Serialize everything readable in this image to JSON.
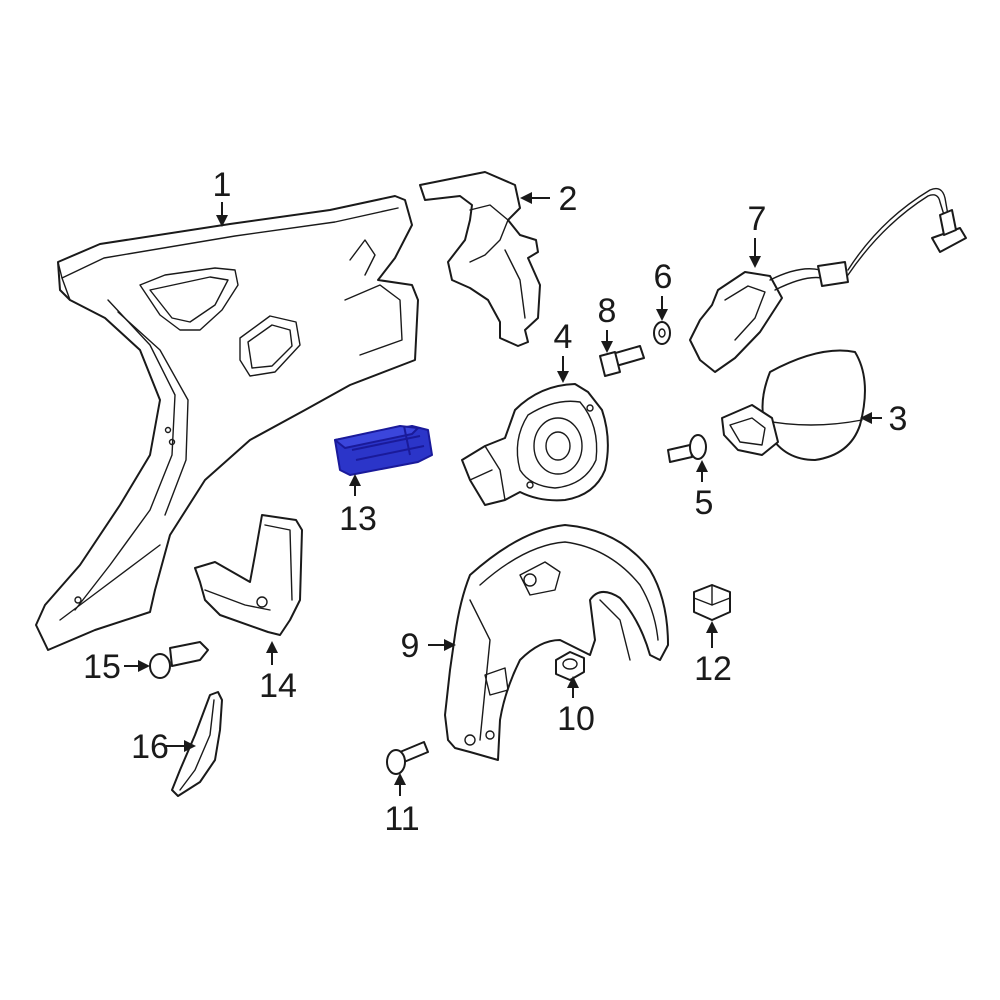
{
  "colors": {
    "line": "#1a1a1a",
    "highlight": "#2b35c9",
    "highlight_dark": "#1a1a9a",
    "background": "#ffffff"
  },
  "callouts": {
    "c1": "1",
    "c2": "2",
    "c3": "3",
    "c4": "4",
    "c5": "5",
    "c6": "6",
    "c7": "7",
    "c8": "8",
    "c9": "9",
    "c10": "10",
    "c11": "11",
    "c12": "12",
    "c13": "13",
    "c14": "14",
    "c15": "15",
    "c16": "16"
  }
}
